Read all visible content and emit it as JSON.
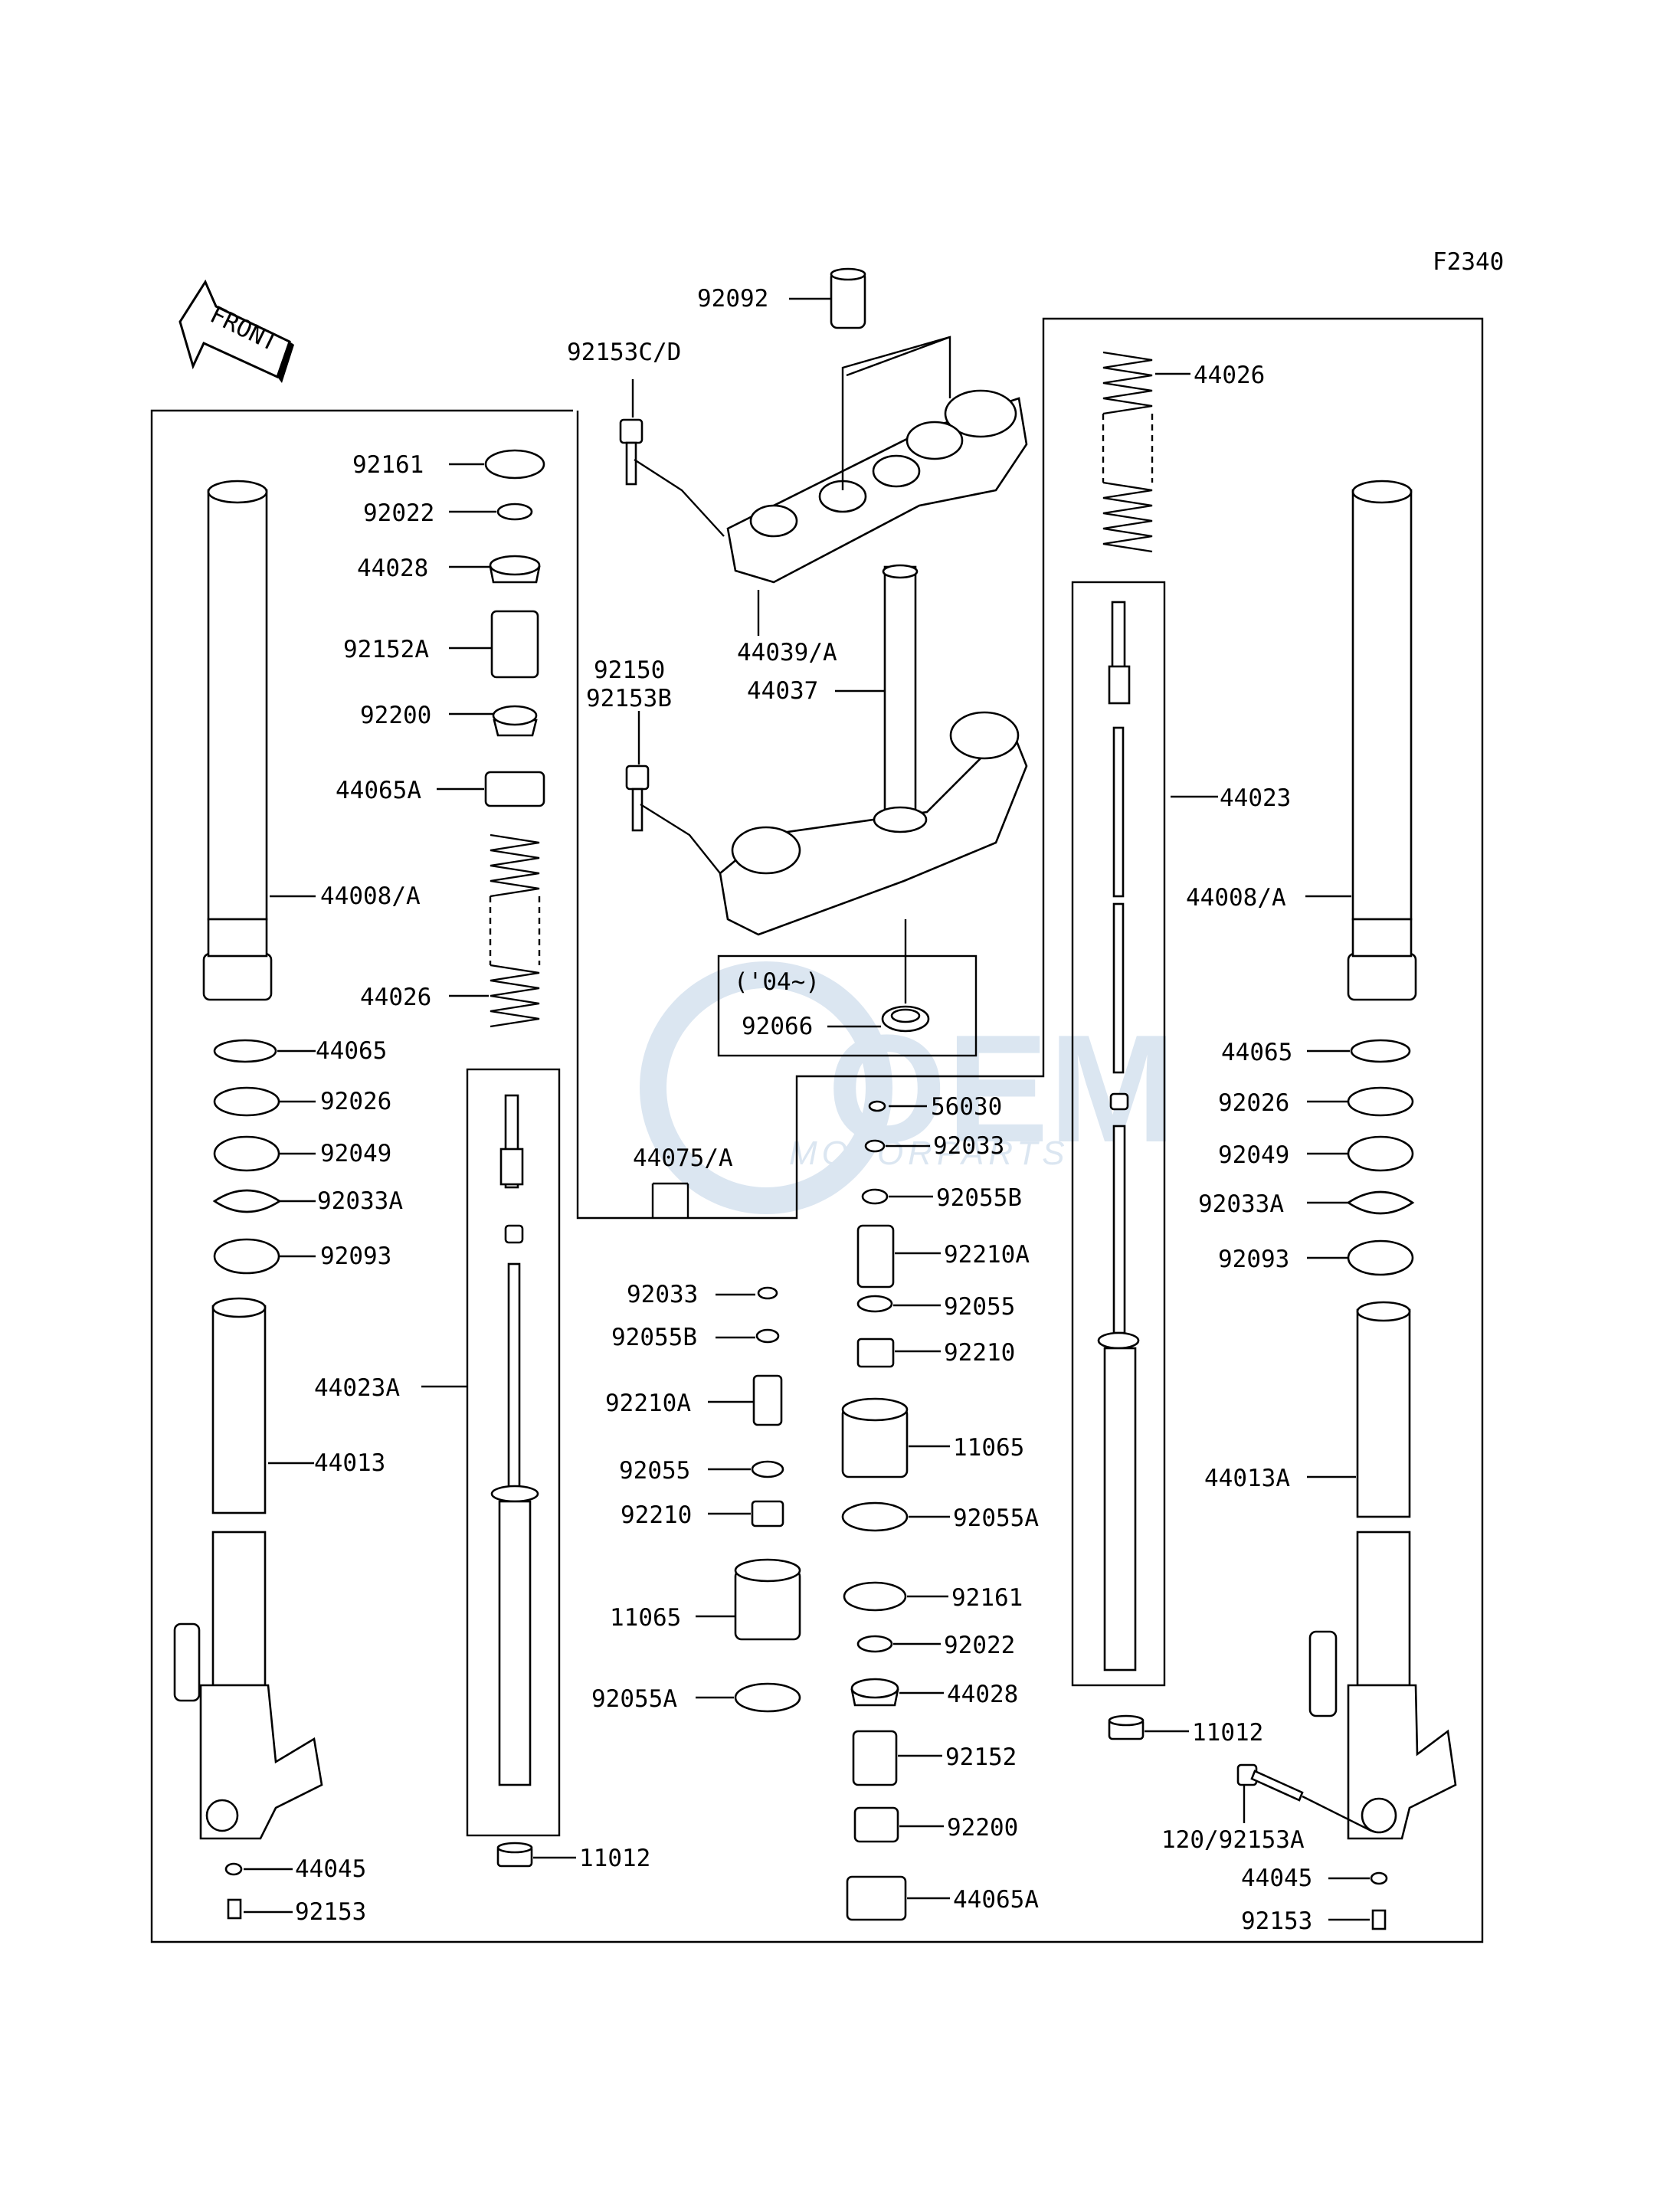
{
  "diagram": {
    "figure_code": "F2340",
    "front_arrow_text": "FRONT",
    "watermark": {
      "brand": "OEM",
      "sub": "MOTORPARTS"
    },
    "option_label": "('04~)",
    "colors": {
      "line": "#000000",
      "watermark": "#9bb8d8"
    },
    "labels": {
      "p92092": "92092",
      "p92153cd": "92153C/D",
      "p44039a": "44039/A",
      "p44037": "44037",
      "p92150": "92150",
      "p92153b": "92153B",
      "p92066": "92066",
      "p56030": "56030",
      "p44075a": "44075/A",
      "l92161": "92161",
      "l92022": "92022",
      "l44028": "44028",
      "l92152a": "92152A",
      "l92200": "92200",
      "l44065a": "44065A",
      "l44008a": "44008/A",
      "l44026": "44026",
      "l44065": "44065",
      "l92026": "92026",
      "l92049": "92049",
      "l92033a": "92033A",
      "l92093": "92093",
      "l44023a": "44023A",
      "l44013": "44013",
      "l44045": "44045",
      "l92153": "92153",
      "l11012": "11012",
      "m92033": "92033",
      "m92055b": "92055B",
      "m92210a": "92210A",
      "m92055": "92055",
      "m92210": "92210",
      "m11065": "11065",
      "m92055a": "92055A",
      "c92033": "92033",
      "c92055b": "92055B",
      "c92210a": "92210A",
      "c92055": "92055",
      "c92210": "92210",
      "c11065": "11065",
      "c92055a": "92055A",
      "c92161": "92161",
      "c92022": "92022",
      "c44028": "44028",
      "c92152": "92152",
      "c92200": "92200",
      "c44065a": "44065A",
      "r44026": "44026",
      "r44023": "44023",
      "r44008a": "44008/A",
      "r44065": "44065",
      "r92026": "92026",
      "r92049": "92049",
      "r92033a": "92033A",
      "r92093": "92093",
      "r44013a": "44013A",
      "r11012": "11012",
      "r120_92153a": "120/92153A",
      "r44045": "44045",
      "r92153": "92153"
    }
  }
}
